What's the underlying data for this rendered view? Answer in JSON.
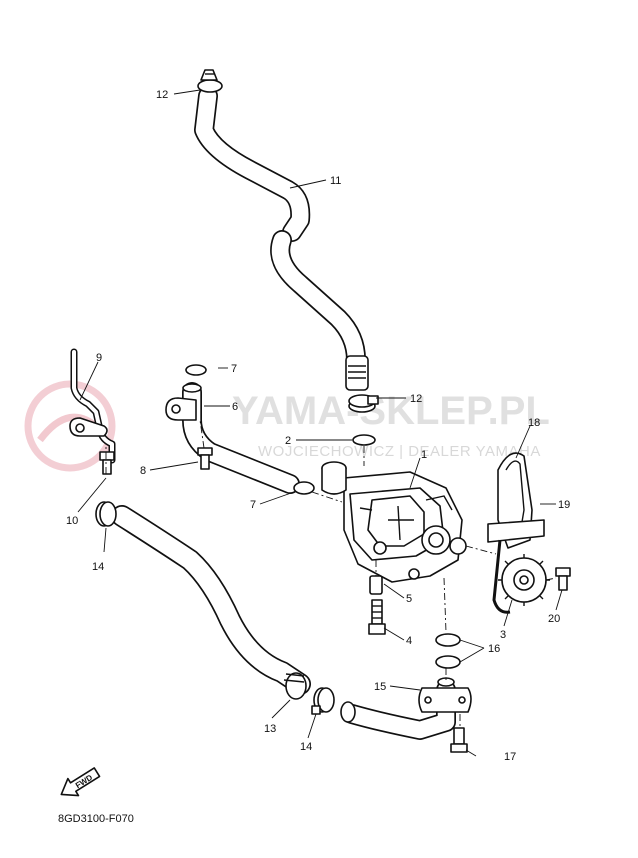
{
  "watermark": {
    "brand": "YAMA-SKLEP.PL",
    "subtitle": "WOJCIECHOWICZ | DEALER YAMAHA"
  },
  "diagram_code": "8GD3100-F070",
  "fwd_label": "FWD",
  "callouts": {
    "c1": "1",
    "c2": "2",
    "c3": "3",
    "c4": "4",
    "c5": "5",
    "c6": "6",
    "c7a": "7",
    "c7b": "7",
    "c8": "8",
    "c9": "9",
    "c10": "10",
    "c11": "11",
    "c12a": "12",
    "c12b": "12",
    "c13": "13",
    "c14a": "14",
    "c14b": "14",
    "c15": "15",
    "c16": "16",
    "c17": "17",
    "c18": "18",
    "c19": "19",
    "c20": "20"
  }
}
